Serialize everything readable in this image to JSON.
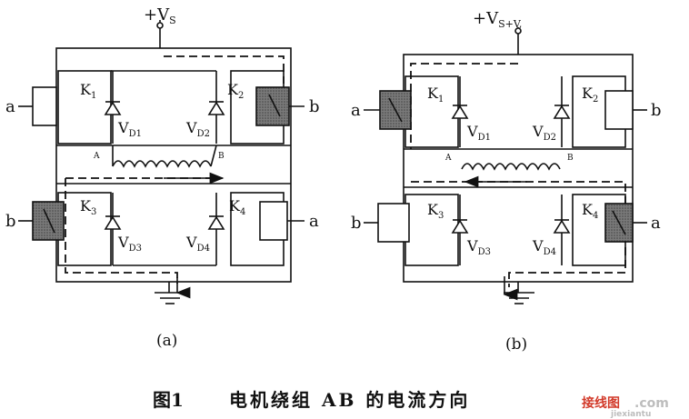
{
  "colors": {
    "ink": "#111111",
    "shade": "#6b6b6b",
    "watermark_red": "#d23a2a",
    "watermark_gray": "#bdbdbd"
  },
  "diagram_a": {
    "supply_label": "+V",
    "supply_sub": "S",
    "relays": [
      {
        "label": "K",
        "sub": "1",
        "active": false,
        "control": "a"
      },
      {
        "label": "K",
        "sub": "2",
        "active": true,
        "control": "b"
      },
      {
        "label": "K",
        "sub": "3",
        "active": true,
        "control": "b"
      },
      {
        "label": "K",
        "sub": "4",
        "active": false,
        "control": "a"
      }
    ],
    "diodes": [
      {
        "label": "V",
        "sub": "D1"
      },
      {
        "label": "V",
        "sub": "D2"
      },
      {
        "label": "V",
        "sub": "D3"
      },
      {
        "label": "V",
        "sub": "D4"
      }
    ],
    "node_a": "A",
    "node_b": "B",
    "panel_label": "(a)"
  },
  "diagram_b": {
    "supply_label": "+V",
    "supply_sub": "S+V,",
    "relays": [
      {
        "label": "K",
        "sub": "1",
        "active": true,
        "control": "a"
      },
      {
        "label": "K",
        "sub": "2",
        "active": false,
        "control": "b"
      },
      {
        "label": "K",
        "sub": "3",
        "active": false,
        "control": "b"
      },
      {
        "label": "K",
        "sub": "4",
        "active": true,
        "control": "a"
      }
    ],
    "diodes": [
      {
        "label": "V",
        "sub": "D1"
      },
      {
        "label": "V",
        "sub": "D2"
      },
      {
        "label": "V",
        "sub": "D3"
      },
      {
        "label": "V",
        "sub": "D4"
      }
    ],
    "node_a": "A",
    "node_b": "B",
    "panel_label": "(b)"
  },
  "caption": {
    "figure": "图1",
    "text": "电机绕组 AB 的电流方向"
  },
  "watermark": {
    "brand": "接线图",
    "site": ".com",
    "url": "jiexiantu"
  }
}
